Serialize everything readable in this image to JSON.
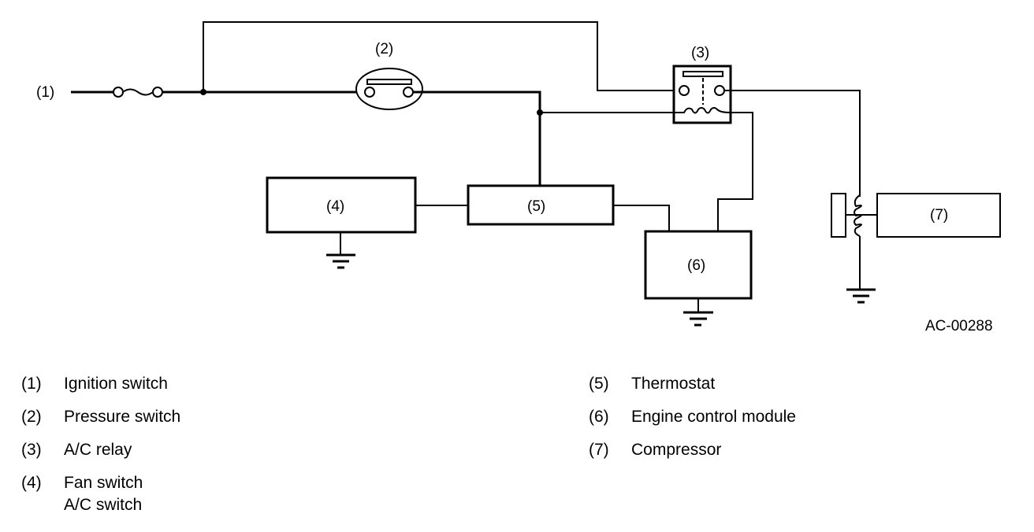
{
  "diagram": {
    "code": "AC-00288",
    "callouts": {
      "c1": "(1)",
      "c2": "(2)",
      "c3": "(3)",
      "c4": "(4)",
      "c5": "(5)",
      "c6": "(6)",
      "c7": "(7)"
    }
  },
  "legend": {
    "left": [
      {
        "num": "(1)",
        "lines": [
          "Ignition switch"
        ]
      },
      {
        "num": "(2)",
        "lines": [
          "Pressure switch"
        ]
      },
      {
        "num": "(3)",
        "lines": [
          "A/C relay"
        ]
      },
      {
        "num": "(4)",
        "lines": [
          "Fan switch",
          "A/C switch"
        ]
      }
    ],
    "right": [
      {
        "num": "(5)",
        "lines": [
          "Thermostat"
        ]
      },
      {
        "num": "(6)",
        "lines": [
          "Engine control module"
        ]
      },
      {
        "num": "(7)",
        "lines": [
          "Compressor"
        ]
      }
    ]
  }
}
